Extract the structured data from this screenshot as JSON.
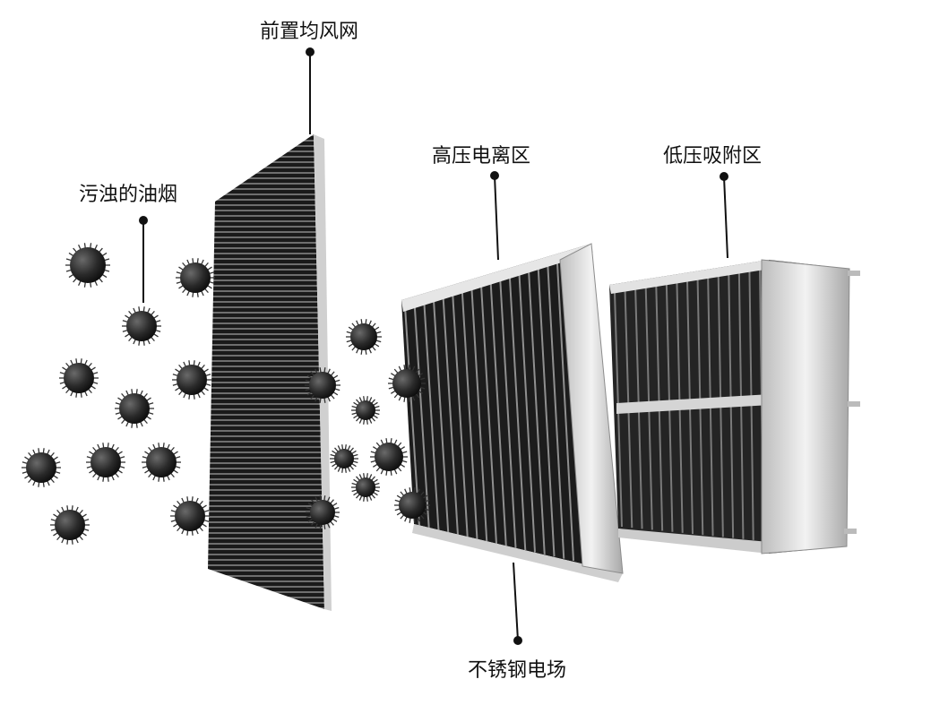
{
  "labels": {
    "front_mesh": "前置均风网",
    "dirty_smoke": "污浊的油烟",
    "high_voltage": "高压电离区",
    "low_voltage": "低压吸附区",
    "stainless": "不锈钢电场"
  },
  "colors": {
    "ink": "#111111",
    "particle": "#2b2b2b",
    "metal": "#d9d9d9",
    "dark_plate": "#1c1c1c"
  }
}
